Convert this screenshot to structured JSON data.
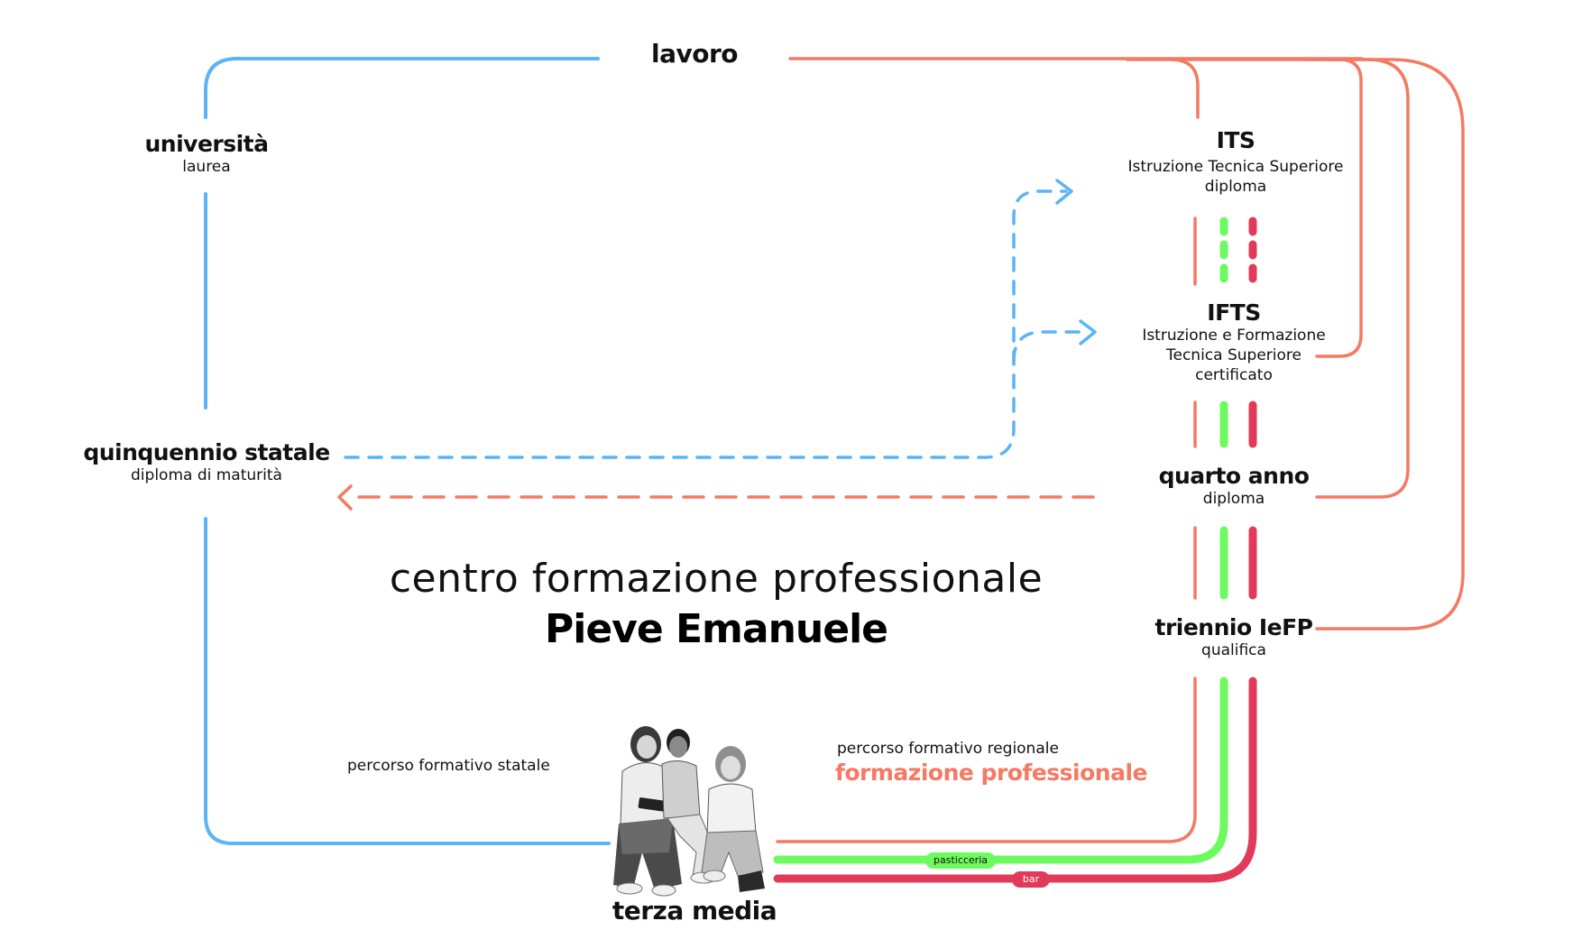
{
  "nodes": {
    "lavoro": {
      "title": "lavoro"
    },
    "universita": {
      "title": "università",
      "subtitle": "laurea"
    },
    "quinquennio": {
      "title": "quinquennio statale",
      "subtitle": "diploma di maturità"
    },
    "its": {
      "title": "ITS",
      "line1": "Istruzione Tecnica Superiore",
      "line2": "diploma"
    },
    "ifts": {
      "title": "IFTS",
      "line1": "Istruzione e Formazione",
      "line2": "Tecnica Superiore",
      "line3": "certificato"
    },
    "quarto": {
      "title": "quarto anno",
      "subtitle": "diploma"
    },
    "triennio": {
      "title": "triennio IeFP",
      "subtitle": "qualifica"
    },
    "terza": {
      "title": "terza media"
    }
  },
  "center_title": {
    "line1": "centro formazione professionale",
    "line2": "Pieve Emanuele"
  },
  "paths": {
    "statale_label": "percorso formativo statale",
    "regionale_label": "percorso formativo regionale",
    "regionale_strong": "formazione professionale"
  },
  "tags": {
    "pasticceria": "pasticceria",
    "bar": "bar"
  },
  "colors": {
    "blue": "#5ab4f5",
    "salmon": "#f47a63",
    "green": "#6dfa5e",
    "red": "#e23a59",
    "text": "#111111"
  }
}
